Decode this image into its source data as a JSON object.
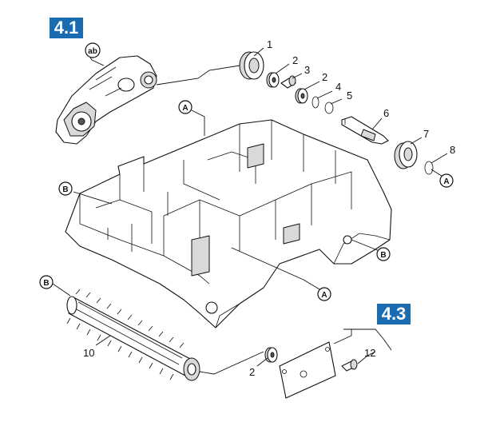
{
  "sections": [
    {
      "id": "s41",
      "label": "4.1"
    },
    {
      "id": "s43",
      "label": "4.3"
    }
  ],
  "references": [
    {
      "id": "ref-ab",
      "label": "ab"
    },
    {
      "id": "ref-a-top",
      "label": "A"
    },
    {
      "id": "ref-a-right",
      "label": "A"
    },
    {
      "id": "ref-a-mid",
      "label": "A"
    },
    {
      "id": "ref-b-left",
      "label": "B"
    },
    {
      "id": "ref-b-right",
      "label": "B"
    },
    {
      "id": "ref-b-brush",
      "label": "B"
    }
  ],
  "callouts": [
    {
      "id": "c1",
      "label": "1"
    },
    {
      "id": "c2a",
      "label": "2"
    },
    {
      "id": "c3",
      "label": "3"
    },
    {
      "id": "c2b",
      "label": "2"
    },
    {
      "id": "c4",
      "label": "4"
    },
    {
      "id": "c5",
      "label": "5"
    },
    {
      "id": "c6",
      "label": "6"
    },
    {
      "id": "c7",
      "label": "7"
    },
    {
      "id": "c8",
      "label": "8"
    },
    {
      "id": "c10",
      "label": "10"
    },
    {
      "id": "c2c",
      "label": "2"
    },
    {
      "id": "c12",
      "label": "12"
    }
  ]
}
